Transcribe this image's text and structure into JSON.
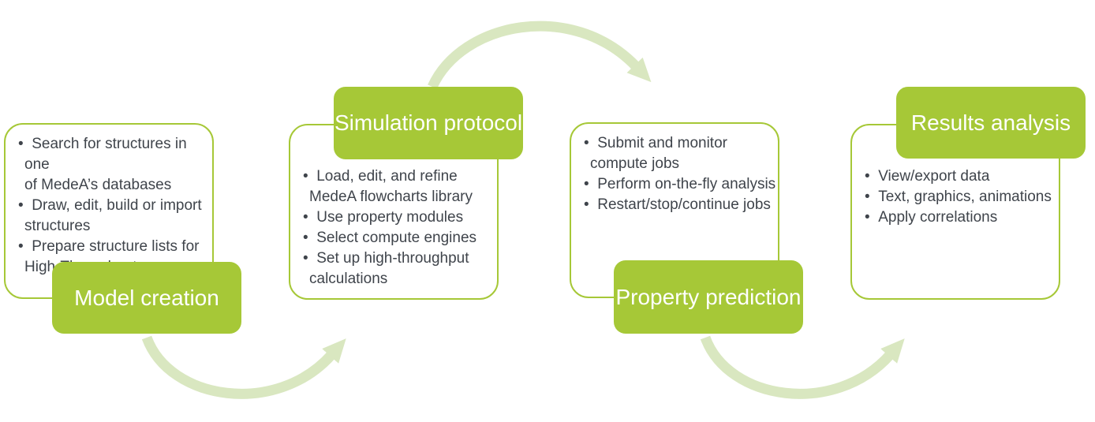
{
  "colors": {
    "accent_green": "#a6c837",
    "arrow_pale_green": "#d9e7c0",
    "body_text": "#3f444b",
    "label_text": "#ffffff"
  },
  "stages": [
    {
      "label": "Model creation",
      "label_position": "bottom",
      "bullets": [
        "Search for structures in one\nof MedeA’s databases",
        "Draw, edit, build or import\nstructures",
        "Prepare structure lists for\nHigh-Throughput"
      ]
    },
    {
      "label": "Simulation protocol",
      "label_position": "top",
      "bullets": [
        "Load, edit, and refine\nMedeA flowcharts library",
        "Use property modules",
        "Select compute engines",
        "Set up high-throughput\ncalculations"
      ]
    },
    {
      "label": "Property prediction",
      "label_position": "bottom",
      "bullets": [
        "Submit and monitor\ncompute jobs",
        "Perform on-the-fly analysis",
        "Restart/stop/continue jobs"
      ]
    },
    {
      "label": "Results analysis",
      "label_position": "top",
      "bullets": [
        "View/export data",
        "Text, graphics, animations",
        "Apply correlations"
      ]
    }
  ],
  "arrows": [
    {
      "name": "arrow-model-creation-to-simulation-protocol",
      "shape": "curves-down"
    },
    {
      "name": "arrow-simulation-protocol-to-property-prediction",
      "shape": "curves-up"
    },
    {
      "name": "arrow-property-prediction-to-results-analysis",
      "shape": "curves-down"
    }
  ]
}
